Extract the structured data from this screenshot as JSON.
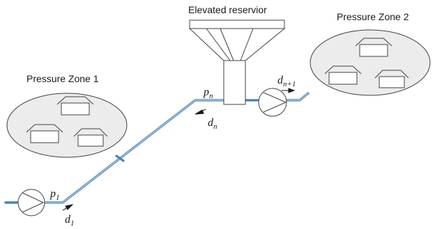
{
  "diagram": {
    "zone1_label": "Pressure Zone 1",
    "zone2_label": "Pressure Zone 2",
    "reservoir_label": "Elevated reservior",
    "p1": {
      "base": "p",
      "sub": "1"
    },
    "d1": {
      "base": "d",
      "sub": "1"
    },
    "pn": {
      "base": "p",
      "sub": "n"
    },
    "dn": {
      "base": "d",
      "sub": "n"
    },
    "dn1": {
      "base": "d",
      "sub": "n+1"
    },
    "colors": {
      "pipe_outer": "#4a7fb5",
      "pipe_inner": "#cfe0f1",
      "stroke": "#404040",
      "zone_fill": "#ececec"
    }
  }
}
